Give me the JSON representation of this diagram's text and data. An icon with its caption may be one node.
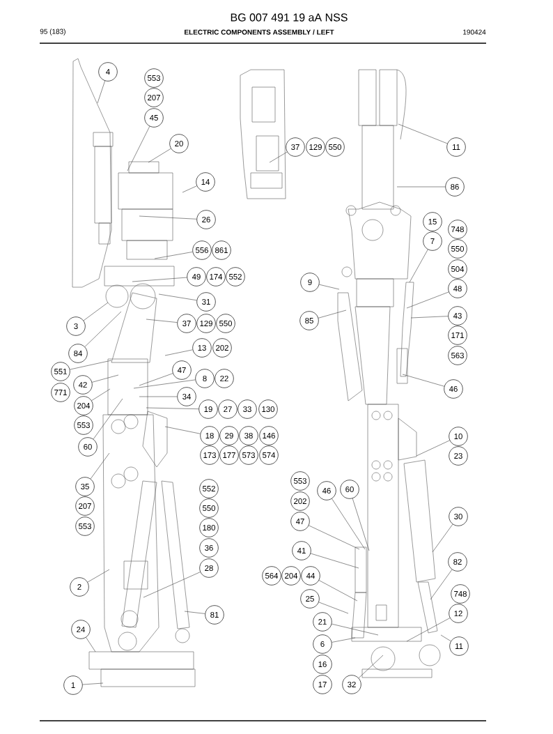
{
  "diagram": {
    "title": "BG 007 491 19 aA NSS",
    "nodes": [
      {
        "text": [
          "4"
        ]
      },
      {
        "text": [
          "553"
        ]
      },
      {
        "text": [
          "207"
        ]
      },
      {
        "text": [
          "45"
        ]
      },
      {
        "text": [
          "20"
        ]
      },
      {
        "text": [
          "14"
        ]
      },
      {
        "text": [
          "26"
        ]
      },
      {
        "text": [
          "556"
        ]
      },
      {
        "text": [
          "861"
        ]
      },
      {
        "text": [
          "49"
        ]
      },
      {
        "text": [
          "174"
        ]
      },
      {
        "text": [
          "552"
        ]
      },
      {
        "text": [
          "31"
        ]
      },
      {
        "text": [
          "3"
        ]
      },
      {
        "text": [
          "37"
        ]
      },
      {
        "text": [
          "129"
        ]
      },
      {
        "text": [
          "550"
        ]
      },
      {
        "text": [
          "84"
        ]
      },
      {
        "text": [
          "13"
        ]
      },
      {
        "text": [
          "202"
        ]
      },
      {
        "text": [
          "551"
        ]
      },
      {
        "text": [
          "47"
        ]
      },
      {
        "text": [
          "42"
        ]
      },
      {
        "text": [
          "8"
        ]
      },
      {
        "text": [
          "22"
        ]
      },
      {
        "text": [
          "771"
        ]
      },
      {
        "text": [
          "204"
        ]
      },
      {
        "text": [
          "34"
        ]
      },
      {
        "text": [
          "553"
        ]
      },
      {
        "text": [
          "19"
        ]
      },
      {
        "text": [
          "27"
        ]
      },
      {
        "text": [
          "33"
        ]
      },
      {
        "text": [
          "130"
        ]
      },
      {
        "text": [
          "60"
        ]
      },
      {
        "text": [
          "18"
        ]
      },
      {
        "text": [
          "29"
        ]
      },
      {
        "text": [
          "38"
        ]
      },
      {
        "text": [
          "146"
        ]
      },
      {
        "text": [
          "173"
        ]
      },
      {
        "text": [
          "177"
        ]
      },
      {
        "text": [
          "573"
        ]
      },
      {
        "text": [
          "574"
        ]
      },
      {
        "text": [
          "35"
        ]
      },
      {
        "text": [
          "207"
        ]
      },
      {
        "text": [
          "553"
        ]
      },
      {
        "text": [
          "552"
        ]
      },
      {
        "text": [
          "550"
        ]
      },
      {
        "text": [
          "180"
        ]
      },
      {
        "text": [
          "36"
        ]
      },
      {
        "text": [
          "28"
        ]
      },
      {
        "text": [
          "2"
        ]
      },
      {
        "text": [
          "81"
        ]
      },
      {
        "text": [
          "24"
        ]
      },
      {
        "text": [
          "1"
        ]
      },
      {
        "text": [
          "37"
        ]
      },
      {
        "text": [
          "129"
        ]
      },
      {
        "text": [
          "550"
        ]
      },
      {
        "text": [
          "11"
        ]
      },
      {
        "text": [
          "86"
        ]
      },
      {
        "text": [
          "15"
        ]
      },
      {
        "text": [
          "748"
        ]
      },
      {
        "text": [
          "7"
        ]
      },
      {
        "text": [
          "550"
        ]
      },
      {
        "text": [
          "504"
        ]
      },
      {
        "text": [
          "9"
        ]
      },
      {
        "text": [
          "48"
        ]
      },
      {
        "text": [
          "85"
        ]
      },
      {
        "text": [
          "43"
        ]
      },
      {
        "text": [
          "171"
        ]
      },
      {
        "text": [
          "563"
        ]
      },
      {
        "text": [
          "46"
        ]
      },
      {
        "text": [
          "10"
        ]
      },
      {
        "text": [
          "23"
        ]
      },
      {
        "text": [
          "553"
        ]
      },
      {
        "text": [
          "202"
        ]
      },
      {
        "text": [
          "46"
        ]
      },
      {
        "text": [
          "60"
        ]
      },
      {
        "text": [
          "30"
        ]
      },
      {
        "text": [
          "47"
        ]
      },
      {
        "text": [
          "41"
        ]
      },
      {
        "text": [
          "82"
        ]
      },
      {
        "text": [
          "564"
        ]
      },
      {
        "text": [
          "204"
        ]
      },
      {
        "text": [
          "44"
        ]
      },
      {
        "text": [
          "748"
        ]
      },
      {
        "text": [
          "25"
        ]
      },
      {
        "text": [
          "12"
        ]
      },
      {
        "text": [
          "21"
        ]
      },
      {
        "text": [
          "11"
        ]
      },
      {
        "text": [
          "6"
        ]
      },
      {
        "text": [
          "16"
        ]
      },
      {
        "text": [
          "17"
        ]
      },
      {
        "text": [
          "32"
        ]
      }
    ],
    "edges": [
      {
        "from": 0,
        "to": null,
        "arrow": "none"
      },
      {
        "from": 3,
        "to": null,
        "arrow": "none"
      },
      {
        "from": 4,
        "to": null,
        "arrow": "none"
      },
      {
        "from": 5,
        "to": null,
        "arrow": "none"
      },
      {
        "from": 6,
        "to": null,
        "arrow": "none"
      },
      {
        "from": 7,
        "to": null,
        "arrow": "none"
      },
      {
        "from": 9,
        "to": null,
        "arrow": "none"
      },
      {
        "from": 12,
        "to": null,
        "arrow": "none"
      },
      {
        "from": 13,
        "to": null,
        "arrow": "none"
      },
      {
        "from": 14,
        "to": null,
        "arrow": "none"
      },
      {
        "from": 17,
        "to": null,
        "arrow": "none"
      },
      {
        "from": 18,
        "to": null,
        "arrow": "none"
      },
      {
        "from": 20,
        "to": null,
        "arrow": "none"
      },
      {
        "from": 21,
        "to": null,
        "arrow": "none"
      },
      {
        "from": 22,
        "to": null,
        "arrow": "none"
      },
      {
        "from": 23,
        "to": null,
        "arrow": "none"
      },
      {
        "from": 26,
        "to": null,
        "arrow": "none"
      },
      {
        "from": 27,
        "to": null,
        "arrow": "none"
      },
      {
        "from": 29,
        "to": null,
        "arrow": "none"
      },
      {
        "from": 33,
        "to": null,
        "arrow": "none"
      },
      {
        "from": 34,
        "to": null,
        "arrow": "none"
      },
      {
        "from": 42,
        "to": null,
        "arrow": "none"
      },
      {
        "from": 49,
        "to": null,
        "arrow": "none"
      },
      {
        "from": 50,
        "to": null,
        "arrow": "none"
      },
      {
        "from": 51,
        "to": null,
        "arrow": "none"
      },
      {
        "from": 52,
        "to": null,
        "arrow": "none"
      },
      {
        "from": 53,
        "to": null,
        "arrow": "none"
      },
      {
        "from": 54,
        "to": null,
        "arrow": "none"
      },
      {
        "from": 57,
        "to": null,
        "arrow": "none"
      },
      {
        "from": 58,
        "to": null,
        "arrow": "none"
      },
      {
        "from": 61,
        "to": null,
        "arrow": "none"
      },
      {
        "from": 64,
        "to": null,
        "arrow": "none"
      },
      {
        "from": 65,
        "to": null,
        "arrow": "none"
      },
      {
        "from": 66,
        "to": null,
        "arrow": "none"
      },
      {
        "from": 67,
        "to": null,
        "arrow": "none"
      },
      {
        "from": 70,
        "to": null,
        "arrow": "none"
      },
      {
        "from": 71,
        "to": null,
        "arrow": "none"
      },
      {
        "from": 75,
        "to": null,
        "arrow": "none"
      },
      {
        "from": 76,
        "to": null,
        "arrow": "none"
      },
      {
        "from": 77,
        "to": null,
        "arrow": "none"
      },
      {
        "from": 78,
        "to": null,
        "arrow": "none"
      },
      {
        "from": 79,
        "to": null,
        "arrow": "none"
      },
      {
        "from": 80,
        "to": null,
        "arrow": "none"
      },
      {
        "from": 83,
        "to": null,
        "arrow": "none"
      },
      {
        "from": 85,
        "to": null,
        "arrow": "none"
      },
      {
        "from": 86,
        "to": null,
        "arrow": "none"
      },
      {
        "from": 87,
        "to": null,
        "arrow": "none"
      },
      {
        "from": 88,
        "to": null,
        "arrow": "none"
      },
      {
        "from": 89,
        "to": null,
        "arrow": "none"
      },
      {
        "from": 92,
        "to": null,
        "arrow": "none"
      }
    ],
    "labels": [
      "95 (183)",
      "ELECTRIC COMPONENTS ASSEMBLY / LEFT",
      "190424"
    ]
  }
}
